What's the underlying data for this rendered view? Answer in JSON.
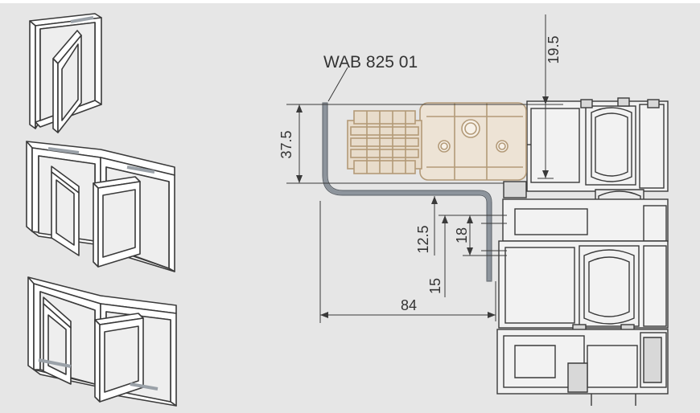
{
  "diagram": {
    "part_label": "WAB 825 01",
    "dimensions": {
      "top_offset": "19.5",
      "bracket_height": "37.5",
      "slot_offset": "12.5",
      "slot_length": "18",
      "leg_offset": "15",
      "bracket_width": "84"
    },
    "colors": {
      "background": "#e6e6e6",
      "line": "#3a3a3a",
      "bracket": "#8d949c",
      "hinge_tan": "#c7b08f",
      "hinge_fill": "#e8dccb"
    }
  }
}
